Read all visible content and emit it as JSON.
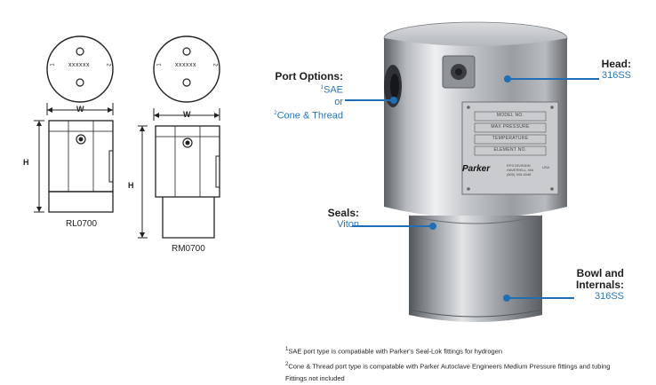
{
  "drawings": {
    "left": {
      "model": "RL0700",
      "top_view_code": "xxxxxx",
      "port_1": "1",
      "port_2": "2",
      "width_label": "W",
      "height_label": "H"
    },
    "right": {
      "model": "RM0700",
      "top_view_code": "xxxxxx",
      "port_1": "1",
      "port_2": "2",
      "width_label": "W",
      "height_label": "H"
    }
  },
  "nameplate": {
    "rows": [
      "MODEL NO.",
      "MAX PRESSURE",
      "TEMPERATURE",
      "ELEMENT NO."
    ],
    "brand": "Parker",
    "division": [
      "EPS DIVISION",
      "HAVERHILL, MA",
      "(800) 343-4048"
    ],
    "made_in": "USA"
  },
  "callouts": {
    "port_options": {
      "title": "Port Options:",
      "sup1": "1",
      "line1": "SAE",
      "line2": "or",
      "sup2": "2",
      "line3": "Cone & Thread"
    },
    "head": {
      "title": "Head:",
      "value": "316SS"
    },
    "seals": {
      "title": "Seals:",
      "value": "Viton"
    },
    "bowl": {
      "title1": "Bowl and",
      "title2": "Internals:",
      "value": "316SS"
    }
  },
  "footnotes": {
    "sup1": "1",
    "note1": "SAE port type is compatiable with Parker's Seal-Lok fittings for hydrogen",
    "sup2": "2",
    "note2": "Cone & Thread port type is compatable with Parker Autoclave Engineers Medium Pressure fittings and tubing",
    "note3": "Fittings not included"
  },
  "colors": {
    "accent": "#2b76b9",
    "line": "#1e6fb5"
  }
}
